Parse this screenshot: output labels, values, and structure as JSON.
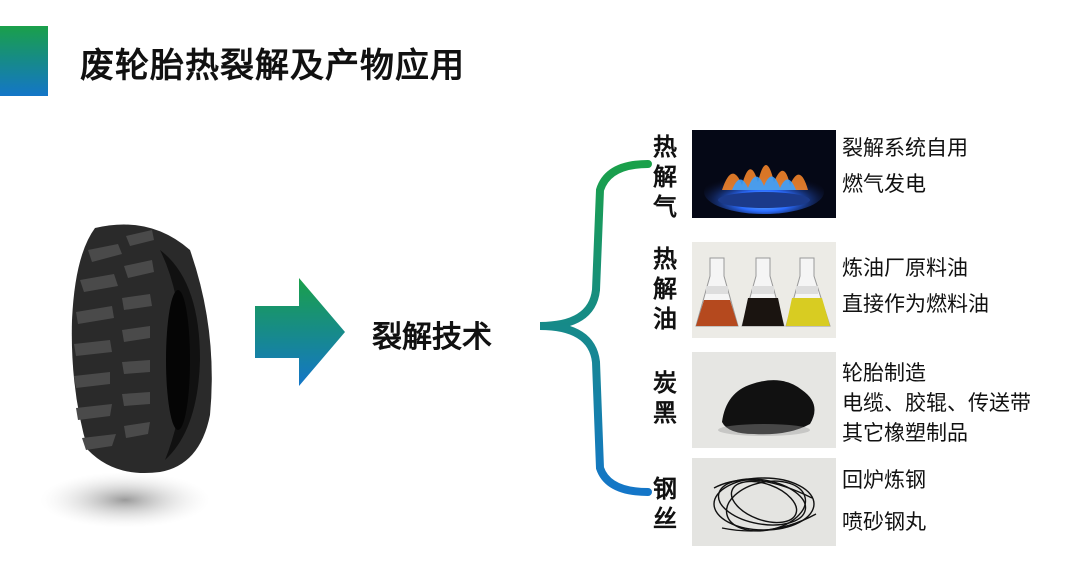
{
  "title": "废轮胎热裂解及产物应用",
  "process_label": "裂解技术",
  "products": [
    {
      "name": [
        "热",
        "解",
        "气"
      ],
      "uses": [
        "裂解系统自用",
        "燃气发电"
      ]
    },
    {
      "name": [
        "热",
        "解",
        "油"
      ],
      "uses": [
        "炼油厂原料油",
        "直接作为燃料油"
      ]
    },
    {
      "name": [
        "炭",
        "黑"
      ],
      "uses": [
        "轮胎制造",
        "电缆、胶辊、传送带",
        "其它橡塑制品"
      ]
    },
    {
      "name": [
        "钢",
        "丝"
      ],
      "uses": [
        "回炉炼钢",
        "喷砂钢丸"
      ]
    }
  ],
  "colors": {
    "green": "#1aa04a",
    "teal": "#168a8a",
    "blue": "#1476c8"
  },
  "icons": [
    "tire-image",
    "right-arrow-icon",
    "brace-connector",
    "flame-photo",
    "oil-flasks-photo",
    "carbon-black-photo",
    "steel-wire-photo"
  ]
}
